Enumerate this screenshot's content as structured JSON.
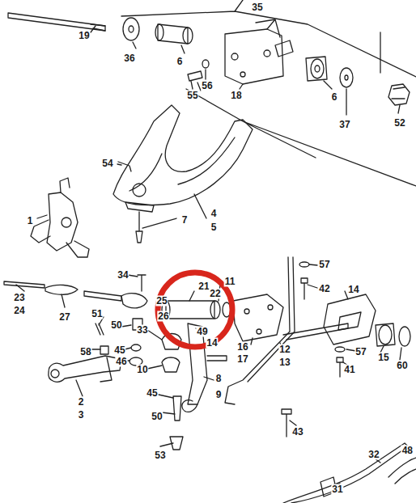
{
  "diagram": {
    "labels": [
      "35",
      "19",
      "36",
      "6",
      "56",
      "55",
      "18",
      "6",
      "37",
      "52",
      "54",
      "1",
      "7",
      "4",
      "5",
      "34",
      "57",
      "21",
      "11",
      "22",
      "42",
      "14",
      "23",
      "24",
      "27",
      "25",
      "26",
      "51",
      "50",
      "49",
      "14",
      "16",
      "17",
      "12",
      "13",
      "33",
      "45",
      "58",
      "46",
      "10",
      "15",
      "60",
      "57",
      "41",
      "2",
      "3",
      "8",
      "9",
      "45",
      "50",
      "53",
      "43",
      "32",
      "48",
      "31"
    ]
  }
}
